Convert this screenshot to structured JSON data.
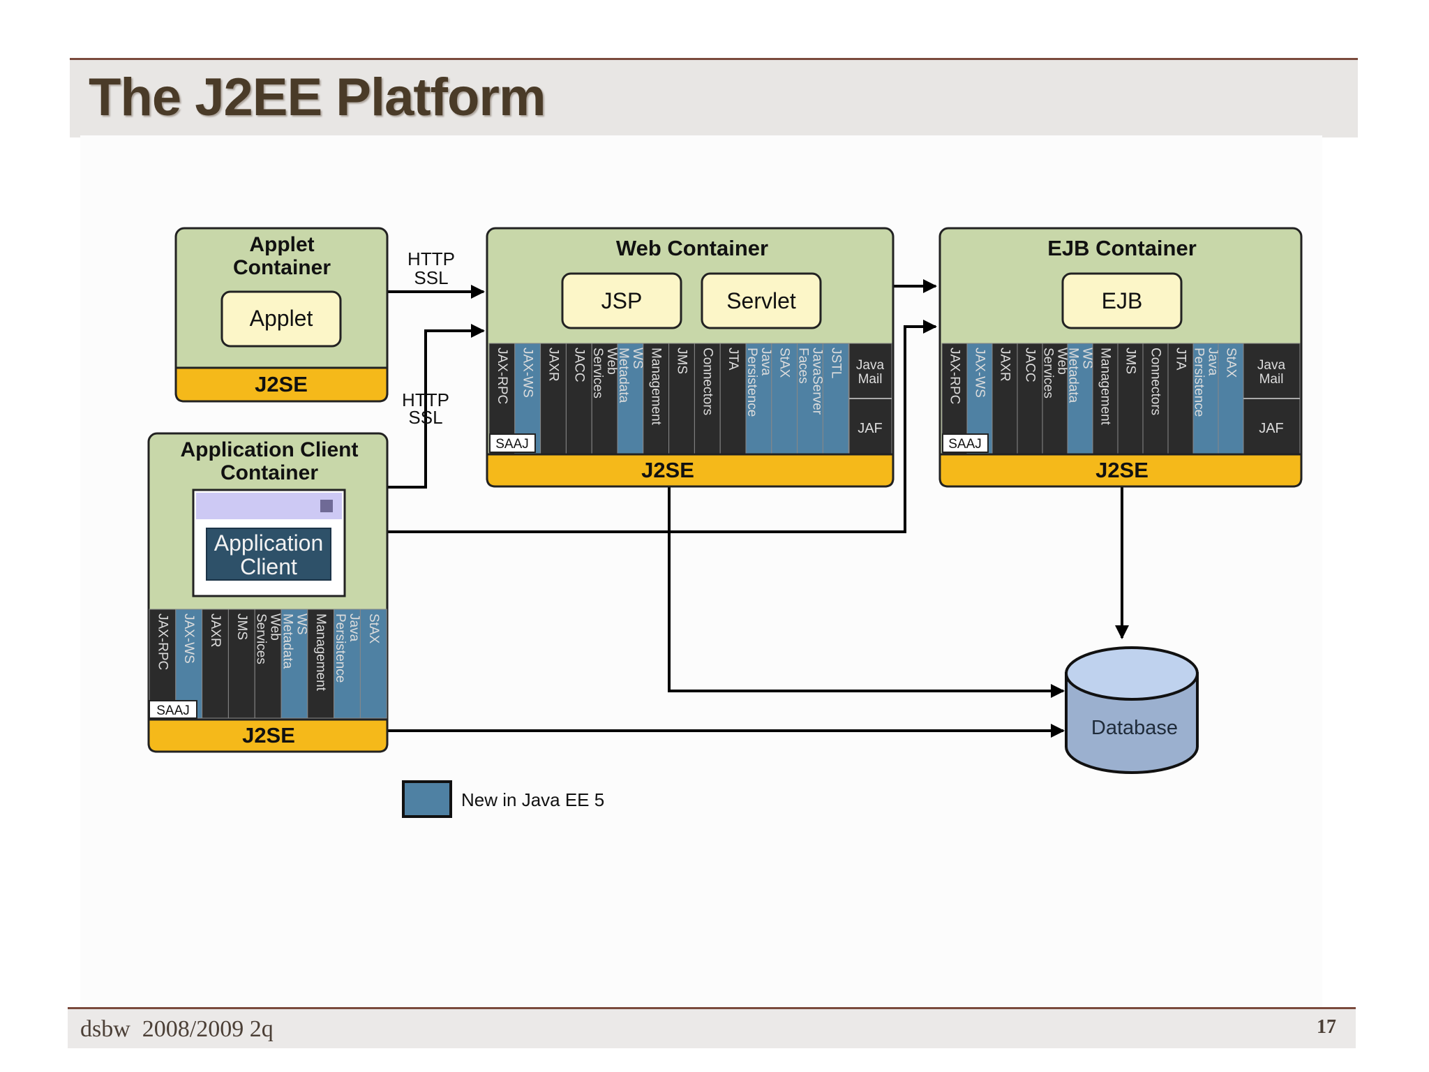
{
  "slide": {
    "title": "The J2EE Platform",
    "footer_left": "dsbw  2008/2009 2q",
    "page_number": "17"
  },
  "colors": {
    "container_bg": "#c8d7a9",
    "j2se_bar": "#f5b91a",
    "api_dark": "#2b2b2b",
    "api_new": "#4f81a3",
    "component_bg": "#fcf6c8",
    "database": "#9bb0cf"
  },
  "diagram": {
    "applet_container": {
      "title_line1": "Applet",
      "title_line2": "Container",
      "component": "Applet",
      "base": "J2SE"
    },
    "web_container": {
      "title": "Web Container",
      "components": [
        "JSP",
        "Servlet"
      ],
      "base": "J2SE",
      "apis": [
        {
          "label": "JAX-RPC",
          "new": false
        },
        {
          "label": "JAX-WS",
          "new": true
        },
        {
          "label": "JAXR",
          "new": false
        },
        {
          "label": "JACC",
          "new": false
        },
        {
          "label": "Web Services",
          "new": false
        },
        {
          "label": "WS Metadata",
          "new": true
        },
        {
          "label": "Management",
          "new": false
        },
        {
          "label": "JMS",
          "new": false
        },
        {
          "label": "Connectors",
          "new": false
        },
        {
          "label": "JTA",
          "new": false
        },
        {
          "label": "Java Persistence",
          "new": true
        },
        {
          "label": "StAX",
          "new": true
        },
        {
          "label": "JavaServer Faces",
          "new": true
        },
        {
          "label": "JSTL",
          "new": true
        }
      ],
      "saaj": "SAAJ",
      "java_mail": "Java Mail",
      "jaf": "JAF"
    },
    "ejb_container": {
      "title": "EJB Container",
      "components": [
        "EJB"
      ],
      "base": "J2SE",
      "apis": [
        {
          "label": "JAX-RPC",
          "new": false
        },
        {
          "label": "JAX-WS",
          "new": true
        },
        {
          "label": "JAXR",
          "new": false
        },
        {
          "label": "JACC",
          "new": false
        },
        {
          "label": "Web Services",
          "new": false
        },
        {
          "label": "WS Metadata",
          "new": true
        },
        {
          "label": "Management",
          "new": false
        },
        {
          "label": "JMS",
          "new": false
        },
        {
          "label": "Connectors",
          "new": false
        },
        {
          "label": "JTA",
          "new": false
        },
        {
          "label": "Java Persistence",
          "new": true
        },
        {
          "label": "StAX",
          "new": true
        }
      ],
      "saaj": "SAAJ",
      "java_mail": "Java Mail",
      "jaf": "JAF"
    },
    "app_client_container": {
      "title_line1": "Application Client",
      "title_line2": "Container",
      "component_line1": "Application",
      "component_line2": "Client",
      "base": "J2SE",
      "apis": [
        {
          "label": "JAX-RPC",
          "new": false
        },
        {
          "label": "JAX-WS",
          "new": true
        },
        {
          "label": "JAXR",
          "new": false
        },
        {
          "label": "JMS",
          "new": false
        },
        {
          "label": "Web Services",
          "new": false
        },
        {
          "label": "WS Metadata",
          "new": true
        },
        {
          "label": "Management",
          "new": false
        },
        {
          "label": "Java Persistence",
          "new": true
        },
        {
          "label": "StAX",
          "new": true
        }
      ],
      "saaj": "SAAJ"
    },
    "protocol_top": {
      "line1": "HTTP",
      "line2": "SSL"
    },
    "protocol_bottom": {
      "line1": "HTTP",
      "line2": "SSL"
    },
    "database": "Database",
    "legend": "New in Java EE 5"
  }
}
